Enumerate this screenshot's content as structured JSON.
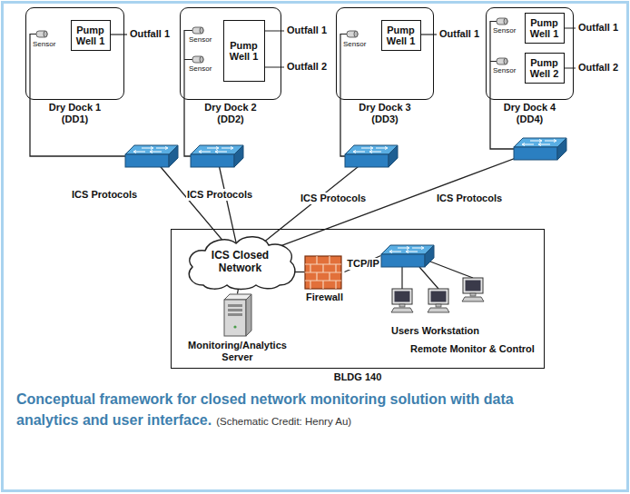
{
  "diagram": {
    "caption": "Conceptual framework for closed network monitoring solution with data analytics and user interface.",
    "nodes": [
      {
        "text": [
          "Dry Dock 1 (DD1)"
        ]
      },
      {
        "text": [
          "Pump Well 1"
        ],
        "in": 0
      },
      {
        "text": [
          "Dry Dock 2 (DD2)"
        ]
      },
      {
        "text": [
          "Pump Well 1"
        ],
        "in": 2
      },
      {
        "text": [
          "Dry Dock 3 (DD3)"
        ]
      },
      {
        "text": [
          "Pump Well 1"
        ],
        "in": 4
      },
      {
        "text": [
          "Dry Dock 4 (DD4)"
        ]
      },
      {
        "text": [
          "Pump Well 1"
        ],
        "in": 6
      },
      {
        "text": [
          "Pump Well 2"
        ],
        "in": 6
      },
      {
        "text": [
          "BLDG 140"
        ]
      },
      {
        "text": [
          "ICS Closed Network"
        ],
        "in": 9
      },
      {
        "text": [
          "Monitoring/Analytics Server"
        ],
        "in": 9
      },
      {
        "text": [
          "Firewall"
        ],
        "in": 9
      },
      {
        "text": [
          "Users Workstation"
        ],
        "in": 9
      }
    ],
    "edges": [
      {
        "from": 0,
        "to": 10,
        "label": "ICS Protocols",
        "arrow": "none"
      },
      {
        "from": 2,
        "to": 10,
        "label": "ICS Protocols",
        "arrow": "none"
      },
      {
        "from": 4,
        "to": 10,
        "label": "ICS Protocols",
        "arrow": "none"
      },
      {
        "from": 6,
        "to": 10,
        "label": "ICS Protocols",
        "arrow": "none"
      },
      {
        "from": 10,
        "to": 11,
        "arrow": "none"
      },
      {
        "from": 10,
        "to": 12,
        "arrow": "none"
      },
      {
        "from": 12,
        "to": 13,
        "label": "TCP/IP",
        "arrow": "none"
      }
    ],
    "labels": [
      "Sensor",
      "Outfall 1",
      "Sensor",
      "Sensor",
      "Outfall 1",
      "Outfall 2",
      "Sensor",
      "Outfall 1",
      "Sensor",
      "Sensor",
      "Outfall 1",
      "Outfall 2",
      "Remote Monitor & Control",
      "(Schematic Credit: Henry Au)"
    ]
  }
}
